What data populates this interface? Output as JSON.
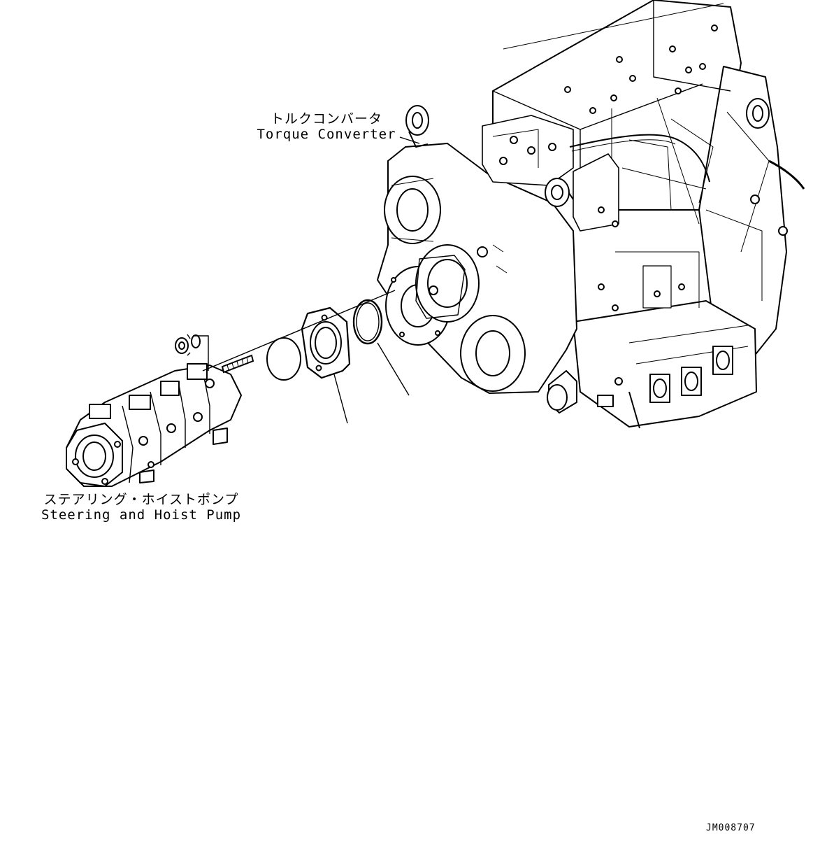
{
  "labels": {
    "torque_converter": {
      "japanese": "トルクコンバータ",
      "english": "Torque Converter"
    },
    "steering_hoist_pump": {
      "japanese": "ステアリング・ホイストポンプ",
      "english": "Steering and Hoist Pump"
    }
  },
  "drawing_id": "JM008707"
}
